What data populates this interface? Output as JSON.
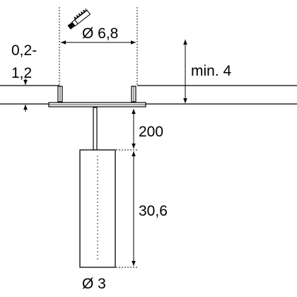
{
  "labels": {
    "cutout_diameter": "Ø 6,8",
    "ceiling_thickness_line1": "0,2-",
    "ceiling_thickness_line2": "1,2",
    "min_clearance": "min. 4",
    "cable_length": "200",
    "body_length": "30,6",
    "body_diameter": "Ø 3"
  },
  "icons": {
    "cutout_tool": "hole-saw-icon"
  },
  "colors": {
    "line": "#000000",
    "background": "#ffffff"
  }
}
